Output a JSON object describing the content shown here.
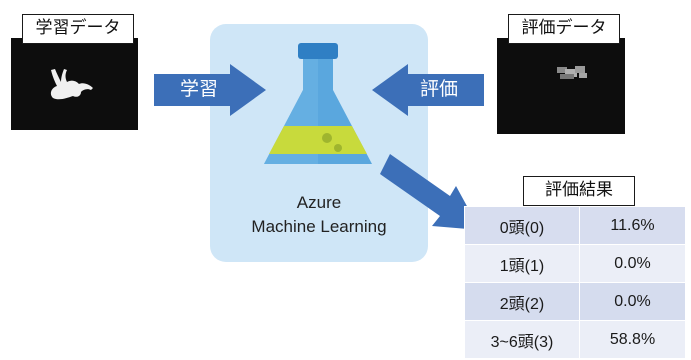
{
  "training": {
    "label": "学習データ"
  },
  "evaluation": {
    "label": "評価データ"
  },
  "flow": {
    "train_arrow_label": "学習",
    "eval_arrow_label": "評価"
  },
  "azure": {
    "line1": "Azure",
    "line2": "Machine Learning"
  },
  "results": {
    "title": "評価結果",
    "rows": [
      {
        "label": "0頭(0)",
        "value": "11.6%"
      },
      {
        "label": "1頭(1)",
        "value": "0.0%"
      },
      {
        "label": "2頭(2)",
        "value": "0.0%"
      },
      {
        "label": "3~6頭(3)",
        "value": "58.8%"
      }
    ]
  },
  "colors": {
    "arrow": "#3c6fb8",
    "flask_light": "#5aa7de",
    "flask_dark": "#2f7fc4",
    "liquid": "#c8da3c",
    "panel_bg": "#cfe6f7"
  }
}
